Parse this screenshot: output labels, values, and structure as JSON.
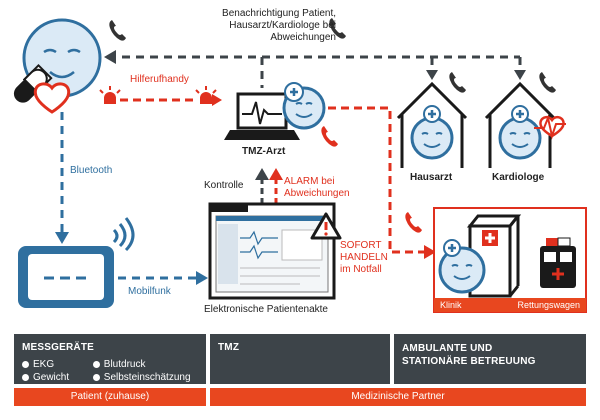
{
  "top_notification": {
    "line1": "Benachrichtigung Patient,",
    "line2": "Hausarzt/Kardiologe bei",
    "line3": "Abweichungen"
  },
  "hilfe_label": "Hilferufhandy",
  "tmz_arzt_label": "TMZ-Arzt",
  "bluetooth_label": "Bluetooth",
  "mobilfunk_label": "Mobilfunk",
  "kontrolle_label": "Kontrolle",
  "alarm": {
    "line1": "ALARM bei",
    "line2": "Abweichungen"
  },
  "sofort": {
    "line1": "SOFORT",
    "line2": "HANDELN",
    "line3": "im Notfall"
  },
  "epa_label": "Elektronische Patientenakte",
  "hausarzt_label": "Hausarzt",
  "kardiologe_label": "Kardiologe",
  "klinik_label": "Klinik",
  "rettungswagen_label": "Rettungswagen",
  "panels": {
    "messgeraete": {
      "title": "MESSGERÄTE",
      "items": [
        "EKG",
        "Blutdruck",
        "Gewicht",
        "Selbsteinschätzung"
      ]
    },
    "tmz": {
      "title": "TMZ"
    },
    "ambulant": {
      "line1": "AMBULANTE UND",
      "line2": "STATIONÄRE BETREUUNG"
    }
  },
  "footer": {
    "patient": "Patient (zuhause)",
    "partner": "Medizinische Partner"
  },
  "colors": {
    "blue": "#2f6f9f",
    "red": "#e0301e",
    "dark": "#3d4449",
    "orange": "#e8471f"
  }
}
